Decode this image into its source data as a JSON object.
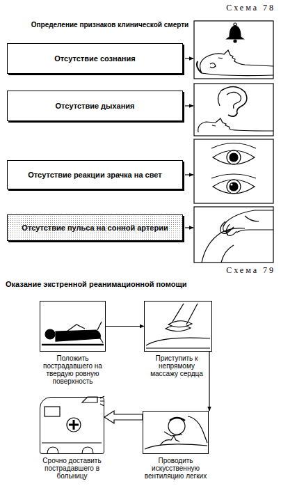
{
  "diagram": {
    "title": "Определение признаков клинической смерти",
    "nodes": [
      {
        "text": [
          "Отсутствие сознания"
        ]
      },
      {
        "text": [
          "Отсутствие дыхания"
        ]
      },
      {
        "text": [
          "Отсутствие реакции зрачка на свет"
        ]
      },
      {
        "text": [
          "Отсутствие пульса на сонной артерии"
        ]
      },
      {
        "text": [
          "Положить пострадавшего на твердую ровную поверхность"
        ]
      },
      {
        "text": [
          "Приступить к непрямому массажу сердца"
        ]
      },
      {
        "text": [
          "Проводить искусственную вентиляцию легких"
        ]
      },
      {
        "text": [
          "Срочно доставить пострадавшего в больницу"
        ]
      }
    ],
    "edges": [
      {
        "from": 4,
        "to": 5,
        "arrow": "to"
      },
      {
        "from": 5,
        "to": 6,
        "arrow": "to"
      },
      {
        "from": 6,
        "to": 7,
        "arrow": "to"
      }
    ],
    "labels": [
      "Схема 78",
      "Схема 79",
      "Оказание экстренной реанимационной помощи"
    ]
  }
}
